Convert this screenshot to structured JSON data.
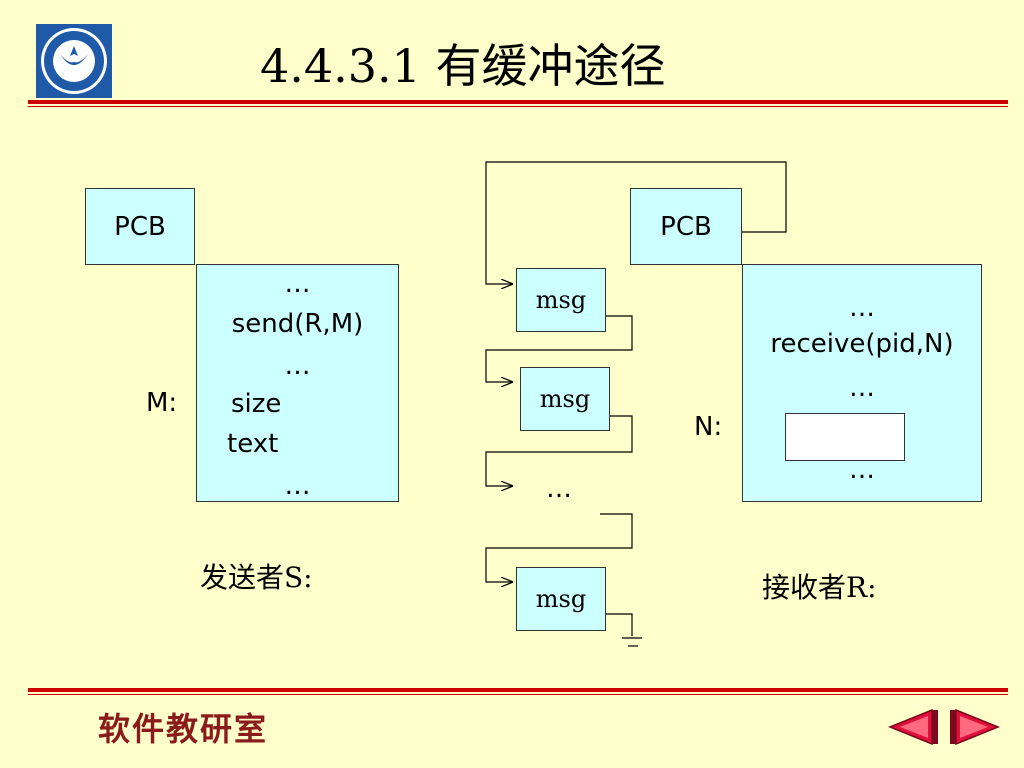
{
  "slide": {
    "title": "4.4.3.1 有缓冲途径",
    "footer": "软件教研室"
  },
  "sender": {
    "pcb_label": "PCB",
    "lines": [
      "…",
      "send(R,M)",
      "…",
      "size",
      "text",
      "…"
    ],
    "m_label": "M:",
    "caption": "发送者S:"
  },
  "receiver": {
    "pcb_label": "PCB",
    "lines": [
      "…",
      "receive(pid,N)",
      "…",
      "…"
    ],
    "n_label": "N:",
    "caption": "接收者R:"
  },
  "queue": {
    "msg_labels": [
      "msg",
      "msg",
      "msg"
    ],
    "ellipsis": "…"
  },
  "colors": {
    "background": "#ffffcc",
    "box_fill": "#ccffff",
    "rule": "#cc0000",
    "footer_text": "#8b1a1a",
    "nav_arrow": "#e0103a"
  },
  "icons": [
    "university-logo-icon",
    "prev-arrow-icon",
    "next-arrow-icon"
  ]
}
